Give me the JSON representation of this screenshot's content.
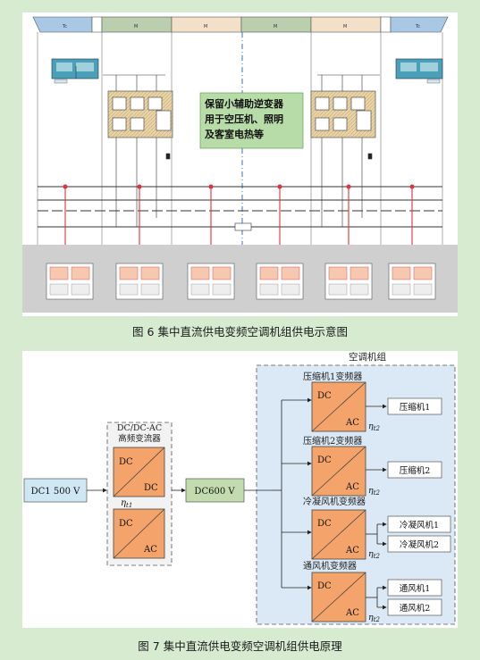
{
  "fig6": {
    "caption": "图 6 集中直流供电变频空调机组供电示意图",
    "cars": [
      "Tc",
      "M",
      "M",
      "M",
      "M",
      "Tc"
    ],
    "note": [
      "保留小辅助逆变器",
      "用于空压机、照明",
      "及客室电热等"
    ]
  },
  "fig7": {
    "caption": "图 7 集中直流供电变频空调机组供电原理",
    "input": "DC1 500 V",
    "converter_group_title": [
      "DC/DC-AC",
      "高频变流器"
    ],
    "dc_bus": "DC600 V",
    "hv_top": [
      "DC",
      "DC"
    ],
    "hv_bottom": [
      "DC",
      "AC"
    ],
    "eta1": "η",
    "eta1_sub": "t1",
    "ac_unit_title": "空调机组",
    "inverters": [
      {
        "title": "压缩机1变频器",
        "eta": "η",
        "eta_sub": "t2",
        "loads": [
          "压缩机1"
        ]
      },
      {
        "title": "压缩机2变频器",
        "eta": "η",
        "eta_sub": "t2",
        "loads": [
          "压缩机2"
        ]
      },
      {
        "title": "冷凝风机变频器",
        "eta": "η",
        "eta_sub": "t2",
        "loads": [
          "冷凝风机1",
          "冷凝风机2"
        ]
      },
      {
        "title": "通风机变频器",
        "eta": "η",
        "eta_sub": "t2",
        "loads": [
          "通风机1",
          "通风机2"
        ]
      }
    ],
    "dc_label": "DC",
    "ac_label": "AC"
  },
  "colors": {
    "bg": "#d6ebd0",
    "orange": "#f4a46a",
    "blue_box": "#cfe6f3",
    "green_box": "#c2dcb0",
    "group_fill": "#dbe9f6",
    "red": "#e0323a"
  }
}
